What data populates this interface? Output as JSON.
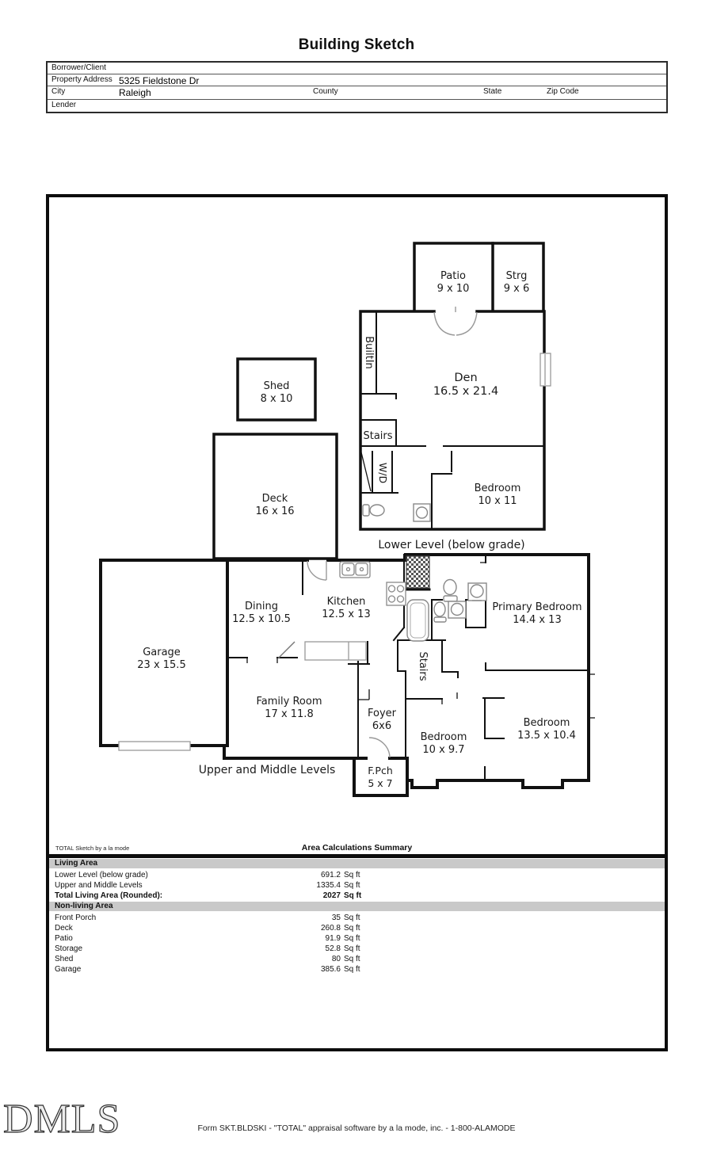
{
  "title": "Building Sketch",
  "form": {
    "borrower_label": "Borrower/Client",
    "property_address_label": "Property Address",
    "property_address_value": "5325 Fieldstone Dr",
    "city_label": "City",
    "city_value": "Raleigh",
    "county_label": "County",
    "state_label": "State",
    "zip_label": "Zip Code",
    "lender_label": "Lender"
  },
  "sketch": {
    "lower_caption": "Lower Level (below grade)",
    "upper_caption": "Upper and Middle Levels",
    "rooms": {
      "patio": {
        "name": "Patio",
        "dims": "9 x 10"
      },
      "strg": {
        "name": "Strg",
        "dims": "9 x 6"
      },
      "den": {
        "name": "Den",
        "dims": "16.5 x 21.4"
      },
      "builtin": {
        "name": "BuiltIn"
      },
      "stairs_lower": {
        "name": "Stairs"
      },
      "wd": {
        "name": "W/D"
      },
      "bedroom_lower": {
        "name": "Bedroom",
        "dims": "10 x 11"
      },
      "shed": {
        "name": "Shed",
        "dims": "8 x 10"
      },
      "deck": {
        "name": "Deck",
        "dims": "16 x 16"
      },
      "garage": {
        "name": "Garage",
        "dims": "23 x 15.5"
      },
      "dining": {
        "name": "Dining",
        "dims": "12.5 x 10.5"
      },
      "kitchen": {
        "name": "Kitchen",
        "dims": "12.5 x 13"
      },
      "primary_bedroom": {
        "name": "Primary Bedroom",
        "dims": "14.4 x 13"
      },
      "stairs_upper": {
        "name": "Stairs"
      },
      "family_room": {
        "name": "Family Room",
        "dims": "17 x 11.8"
      },
      "foyer": {
        "name": "Foyer",
        "dims": "6x6"
      },
      "bedroom_mid": {
        "name": "Bedroom",
        "dims": "10 x 9.7"
      },
      "bedroom_right": {
        "name": "Bedroom",
        "dims": "13.5 x 10.4"
      },
      "fpch": {
        "name": "F.Pch",
        "dims": "5 x 7"
      }
    }
  },
  "summary": {
    "branding": "TOTAL Sketch by a la mode",
    "title": "Area Calculations Summary",
    "living_header": "Living Area",
    "living_rows": [
      {
        "label": "Lower Level (below grade)",
        "value": "691.2"
      },
      {
        "label": "Upper and Middle Levels",
        "value": "1335.4"
      }
    ],
    "total_label": "Total Living Area (Rounded):",
    "total_value": "2027",
    "nonliving_header": "Non-living Area",
    "nonliving_rows": [
      {
        "label": "Front Porch",
        "value": "35"
      },
      {
        "label": "Deck",
        "value": "260.8"
      },
      {
        "label": "Patio",
        "value": "91.9"
      },
      {
        "label": "Storage",
        "value": "52.8"
      },
      {
        "label": "Shed",
        "value": "80"
      },
      {
        "label": "Garage",
        "value": "385.6"
      }
    ],
    "unit": "Sq ft"
  },
  "footer": {
    "logo": "DMLS",
    "form_line": "Form SKT.BLDSKI - \"TOTAL\" appraisal software by a la mode, inc. - 1-800-ALAMODE"
  }
}
